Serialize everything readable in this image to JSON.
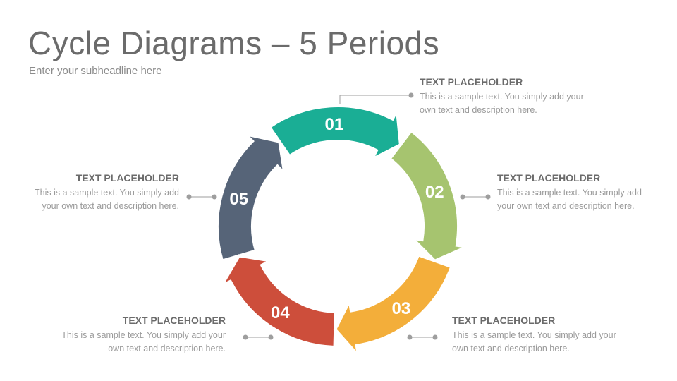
{
  "title": "Cycle Diagrams – 5 Periods",
  "subtitle": "Enter your subheadline here",
  "segments": [
    {
      "number": "01",
      "color": "#1aae95"
    },
    {
      "number": "02",
      "color": "#a6c46f"
    },
    {
      "number": "03",
      "color": "#f3ae3a"
    },
    {
      "number": "04",
      "color": "#cd4e3b"
    },
    {
      "number": "05",
      "color": "#566478"
    }
  ],
  "blocks": [
    {
      "heading": "TEXT PLACEHOLDER",
      "text": "This is a sample text. You simply add your own text and description here."
    },
    {
      "heading": "TEXT PLACEHOLDER",
      "text": "This is a sample text. You simply add your own text and description here."
    },
    {
      "heading": "TEXT PLACEHOLDER",
      "text": "This is a sample text. You simply add your own text and description here."
    },
    {
      "heading": "TEXT PLACEHOLDER",
      "text": "This is a sample text. You simply add your own text and description here."
    },
    {
      "heading": "TEXT PLACEHOLDER",
      "text": "This is a sample text. You simply add your own text and description here."
    }
  ]
}
